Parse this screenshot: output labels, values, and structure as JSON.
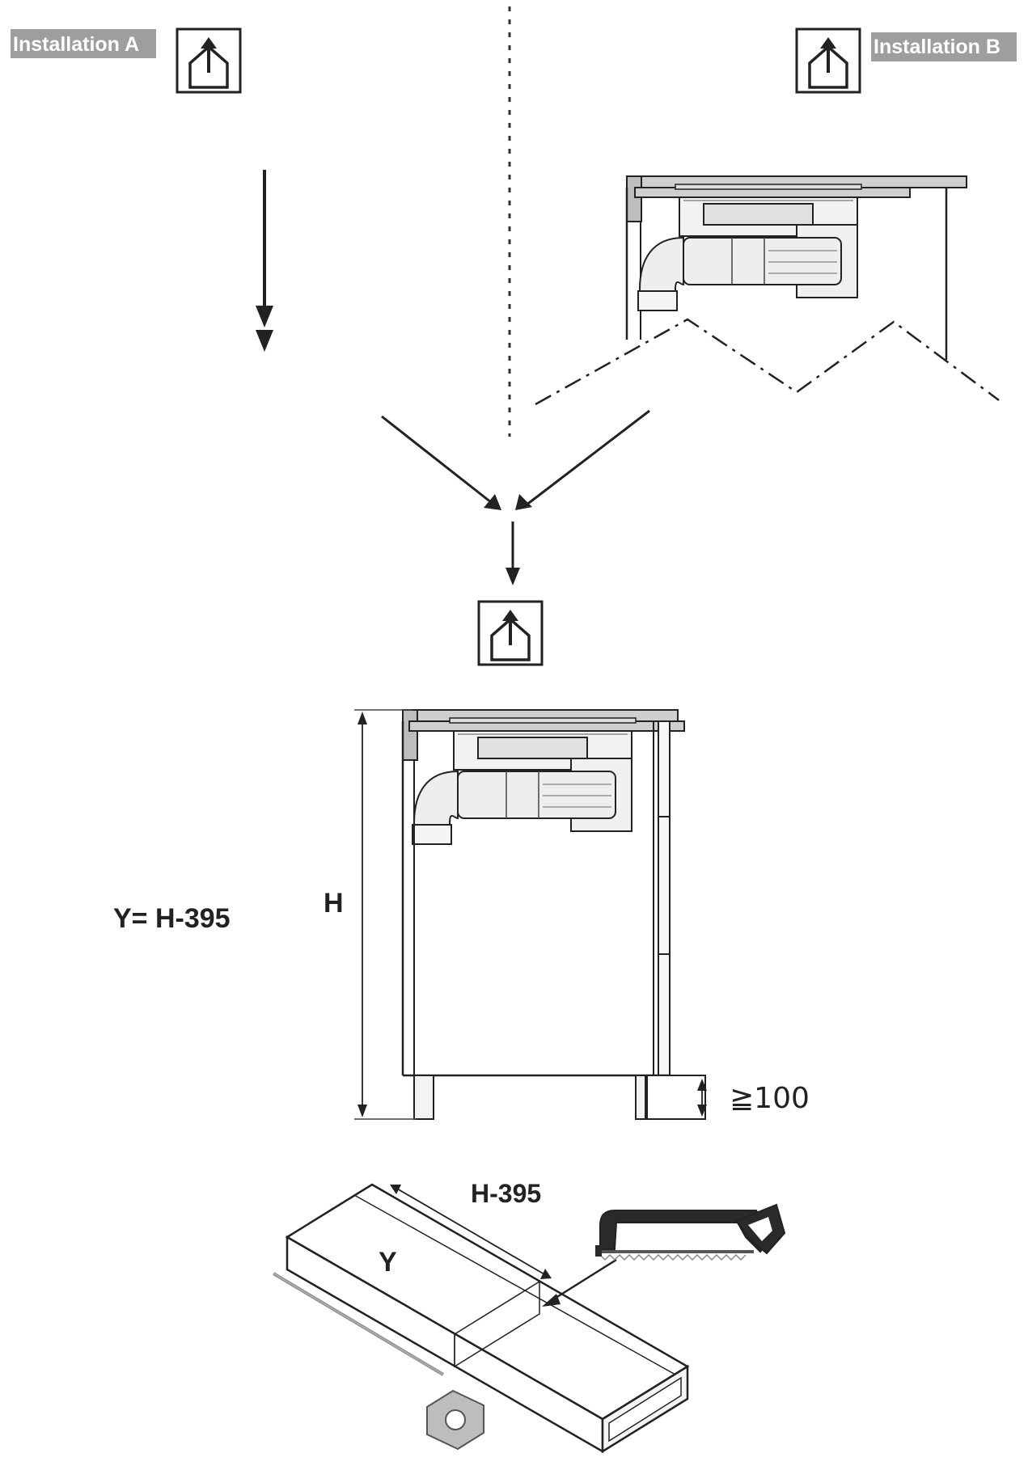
{
  "labels": {
    "installation_a": "Installation A",
    "installation_b": "Installation B",
    "formula": "Y= H-395",
    "height": "H",
    "min_clearance": "≧100",
    "cut_length": "H-395",
    "duct_segment": "Y"
  },
  "icons": {
    "vent_out": "house-exhaust-up-arrow-icon",
    "saw": "hacksaw-icon"
  },
  "colors": {
    "label_bg": "#9e9e9e",
    "label_text": "#ffffff",
    "line": "#222222",
    "appliance_fill": "#e6e6e6"
  }
}
